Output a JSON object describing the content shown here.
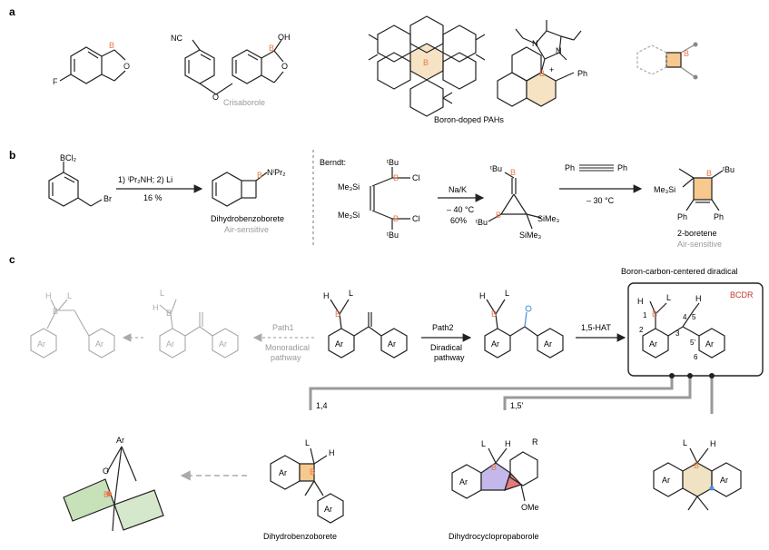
{
  "panels": {
    "a": {
      "letter": "a",
      "crisaborole_label": "Crisaborole",
      "pah_label": "Boron-doped PAHs",
      "atoms": {
        "B": "B",
        "O": "O",
        "OH": "OH",
        "NC": "NC",
        "F": "F",
        "N": "N",
        "Ph": "Ph",
        "plus": "+"
      }
    },
    "b": {
      "letter": "b",
      "reagents_1": "1) ⁱPr₂NH; 2) Li",
      "yield_1": "16 %",
      "product_1": "Dihydrobenzoborete",
      "note_1": "Air-sensitive",
      "author": "Berndt:",
      "reagents_2": "Na/K",
      "temp_2": "– 40 °C",
      "yield_2": "60%",
      "temp_3": "– 30 °C",
      "product_2": "2-boretene",
      "note_2": "Air-sensitive",
      "atoms": {
        "BCl2": "BCl₂",
        "Br": "Br",
        "B": "B",
        "NiPr2": "NⁱPr₂",
        "tBu": "ᵗBu",
        "Cl": "Cl",
        "Me3Si": "Me₃Si",
        "SiMe3": "SiMe₃",
        "Ph": "Ph"
      }
    },
    "c": {
      "letter": "c",
      "bcdr_title": "Boron-carbon-centered diradical",
      "bcdr_tag": "BCDR",
      "path1": "Path1",
      "path1_desc_1": "Monoradical",
      "path1_desc_2": "pathway",
      "path2": "Path2",
      "path2_desc_1": "Diradical",
      "path2_desc_2": "pathway",
      "hat": "1,5-HAT",
      "branch_14": "1,4",
      "branch_15": "1,5'",
      "product_left": "Dihydrobenzoborete",
      "product_mid": "Dihydrocyclopropaborole",
      "atom_numbers": [
        "1",
        "2",
        "3",
        "4",
        "5",
        "5'",
        "6"
      ],
      "atoms": {
        "B": "B",
        "H": "H",
        "L": "L",
        "Ar": "Ar",
        "O": "O",
        "OMe": "OMe",
        "R": "R"
      }
    }
  },
  "colors": {
    "boron": "#e8794a",
    "square": "#f7c98e",
    "purple": "#9f8fd6",
    "red": "#d9534f",
    "green": "#b9d9a8",
    "blue": "#4a90d9",
    "grey": "#a8a8a8",
    "black": "#222222"
  }
}
